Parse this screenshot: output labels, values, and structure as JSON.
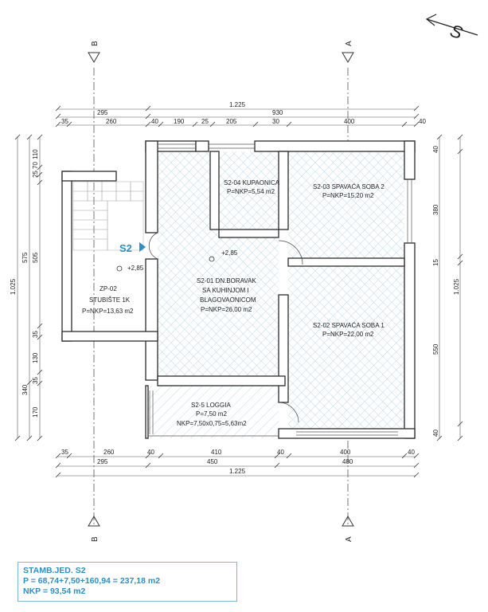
{
  "axes": {
    "a": "A",
    "b": "B"
  },
  "north": "S",
  "dims_top_total": "1.225",
  "dims_top_row2": [
    "295",
    "930"
  ],
  "dims_top_row3": [
    "35",
    "260",
    "40",
    "190",
    "25",
    "205",
    "30",
    "400",
    "40"
  ],
  "dims_bottom_row1": [
    "35",
    "260",
    "40",
    "410",
    "40",
    "400",
    "40"
  ],
  "dims_bottom_row2": [
    "295",
    "450",
    "480"
  ],
  "dims_bottom_total": "1.225",
  "dims_left_total": "1.025",
  "dims_left_row2": [
    "575",
    "340"
  ],
  "dims_left_row3": [
    "110",
    "25",
    "70",
    "505",
    "35",
    "130",
    "35",
    "170"
  ],
  "dims_right_total": "1.025",
  "dims_right_row2": [
    "40",
    "380",
    "15",
    "550",
    "40"
  ],
  "unit_label": "S2",
  "levels": [
    "+2,85",
    "+2,85"
  ],
  "rooms": {
    "kupaonica": {
      "name": "S2-04 KUPAONICA",
      "area": "P=NKP=5,54 m2"
    },
    "soba2": {
      "name": "S2-03 SPAVAĆA SOBA 2",
      "area": "P=NKP=15,20 m2"
    },
    "boravak": {
      "line1": "S2-01 DN.BORAVAK",
      "line2": "SA KUHINJOM I",
      "line3": "BLAGOVAONICOM",
      "area": "P=NKP=26,00 m2"
    },
    "soba1": {
      "name": "S2-02 SPAVAĆA SOBA 1",
      "area": "P=NKP=22,00 m2"
    },
    "stubiste": {
      "line1": "ZP-02",
      "line2": "STUBIŠTE 1K",
      "area": "P=NKP=13,63 m2"
    },
    "loggia": {
      "name": "S2-5 LOGGIA",
      "area": "P=7,50 m2",
      "nkp": "NKP=7,50x0,75=5,63m2"
    }
  },
  "summary": {
    "title": "STAMB.JED. S2",
    "p": "P = 68,74+7,50+160,94 = 237,18 m2",
    "nkp": "NKP = 93,54 m2"
  },
  "colors": {
    "hatch": "#9fc9dd",
    "accent": "#2a8fc6",
    "wall": "#2b2b2b"
  }
}
